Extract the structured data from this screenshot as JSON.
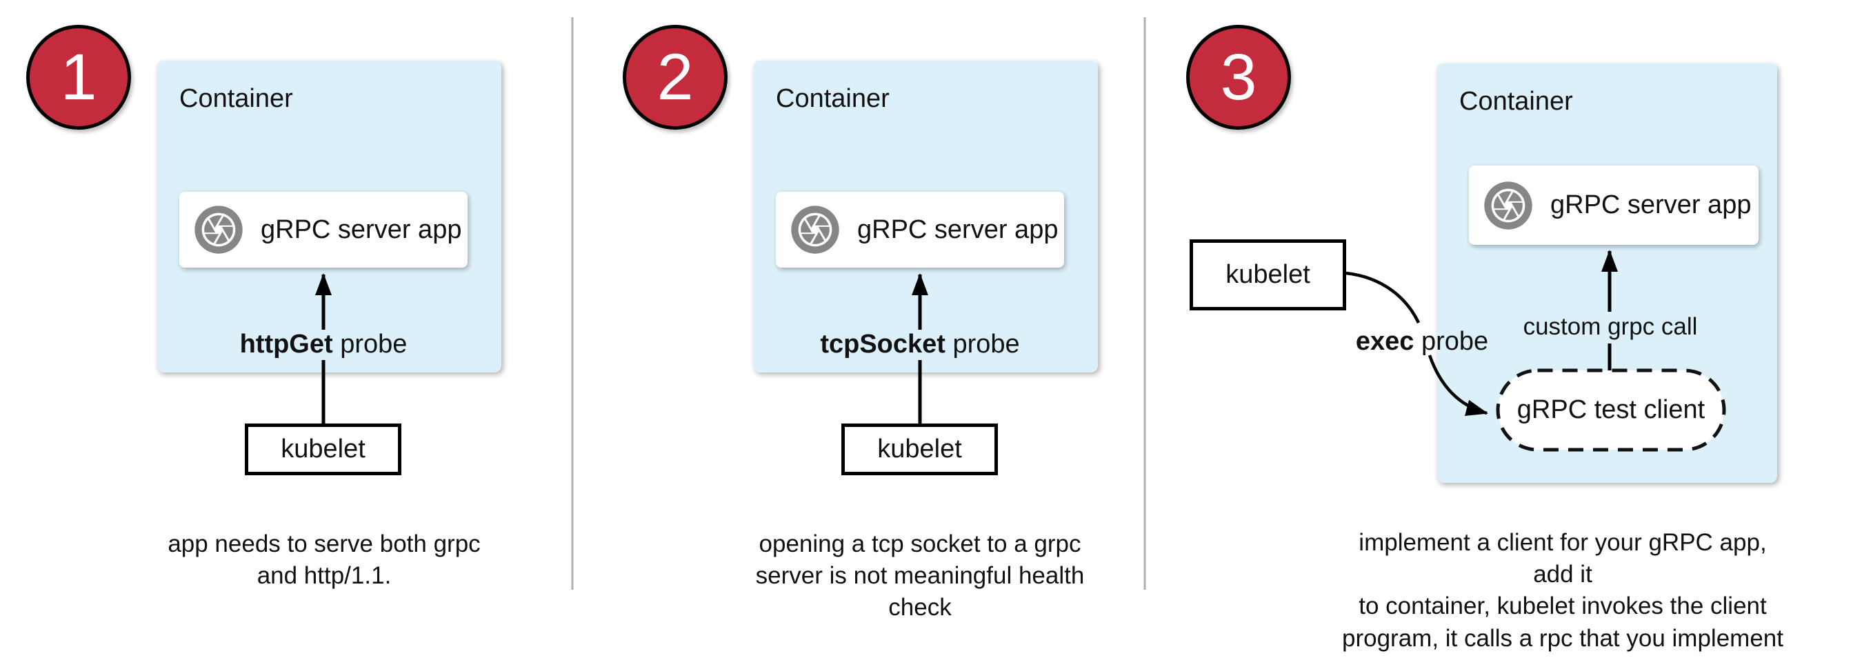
{
  "colors": {
    "step_badge": "#C42B3C",
    "container_fill": "#DCF0FA",
    "icon_gray": "#868686",
    "separator": "#AFAFAF",
    "text": "#111111"
  },
  "panels": [
    {
      "step": "1",
      "container_label": "Container",
      "app_label": "gRPC server app",
      "app_icon": "aperture-icon",
      "probe_keyword": "httpGet",
      "probe_suffix": " probe",
      "kubelet_label": "kubelet",
      "caption": "app needs to serve both grpc\nand http/1.1."
    },
    {
      "step": "2",
      "container_label": "Container",
      "app_label": "gRPC server app",
      "app_icon": "aperture-icon",
      "probe_keyword": "tcpSocket",
      "probe_suffix": " probe",
      "kubelet_label": "kubelet",
      "caption": "opening a tcp socket to a grpc\nserver is not meaningful health\ncheck"
    },
    {
      "step": "3",
      "container_label": "Container",
      "app_label": "gRPC server app",
      "app_icon": "aperture-icon",
      "probe_keyword": "exec",
      "probe_suffix": " probe",
      "kubelet_label": "kubelet",
      "custom_call_label": "custom grpc call",
      "test_client_label": "gRPC test client",
      "caption": "implement a client for your gRPC app, add it\nto container, kubelet invokes the client\nprogram, it calls a rpc that you implement"
    }
  ]
}
